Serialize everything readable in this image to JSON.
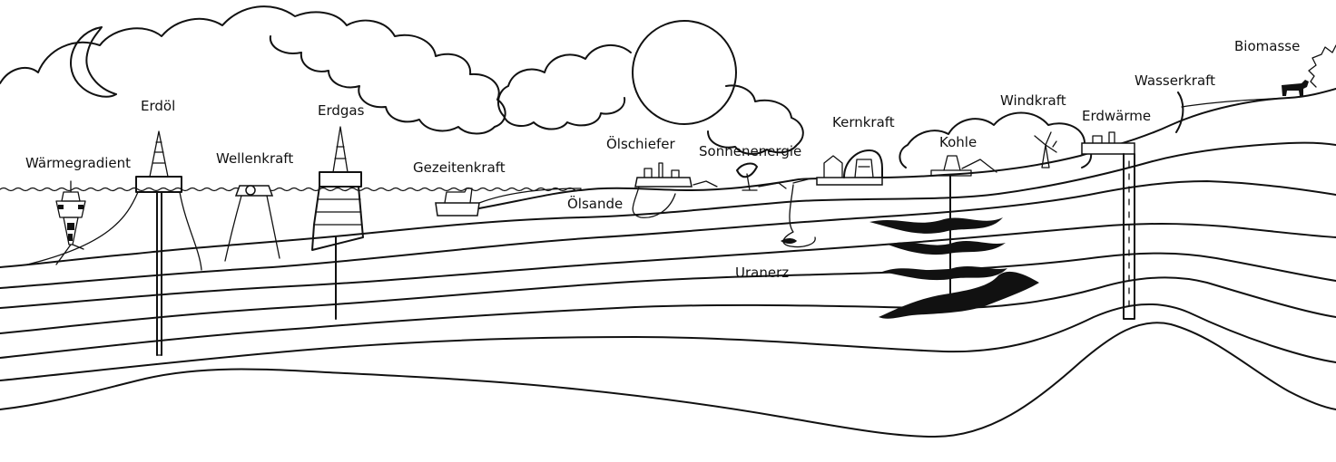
{
  "labels": {
    "waermegradient": "Wärmegradient",
    "erdoel": "Erdöl",
    "wellenkraft": "Wellenkraft",
    "erdgas": "Erdgas",
    "gezeitenkraft": "Gezeitenkraft",
    "oelschiefer": "Ölschiefer",
    "sonnenenergie": "Sonnenenergie",
    "kernkraft": "Kernkraft",
    "oelsande": "Ölsande",
    "kohle": "Kohle",
    "windkraft": "Windkraft",
    "erdwaerme": "Erdwärme",
    "wasserkraft": "Wasserkraft",
    "biomasse": "Biomasse",
    "uranerz": "Uranerz"
  }
}
